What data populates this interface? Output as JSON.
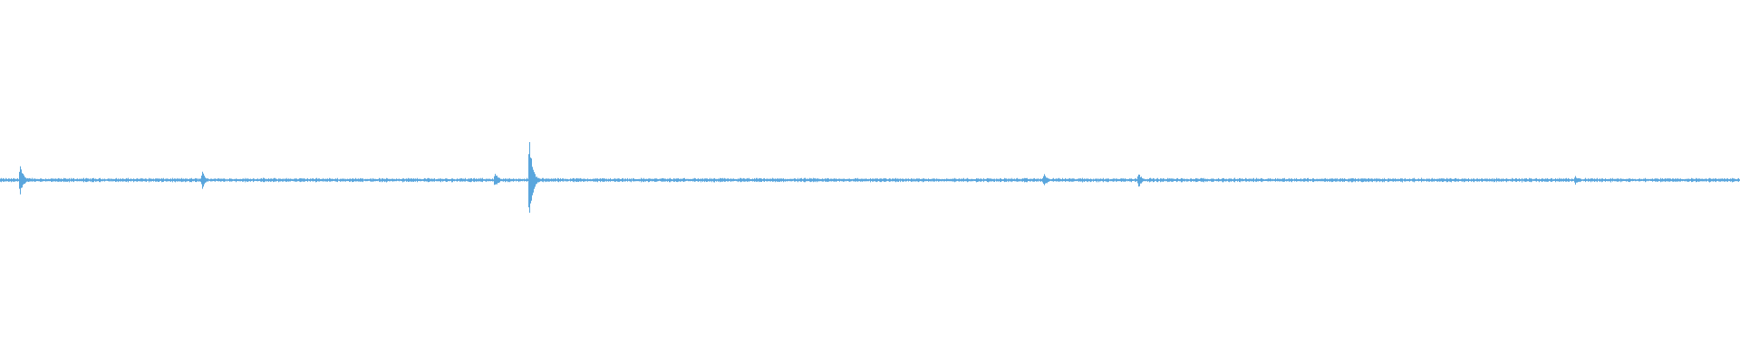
{
  "waveform": {
    "color": "#5aa6dd",
    "background": "#ffffff",
    "baseline_amplitude": 0.03,
    "spikes": [
      {
        "position": 0.011,
        "amplitude": 0.45
      },
      {
        "position": 0.116,
        "amplitude": 0.2
      },
      {
        "position": 0.284,
        "amplitude": 0.22
      },
      {
        "position": 0.304,
        "amplitude": 1.0
      },
      {
        "position": 0.6,
        "amplitude": 0.15
      },
      {
        "position": 0.654,
        "amplitude": 0.2
      },
      {
        "position": 0.905,
        "amplitude": 0.12
      }
    ]
  }
}
